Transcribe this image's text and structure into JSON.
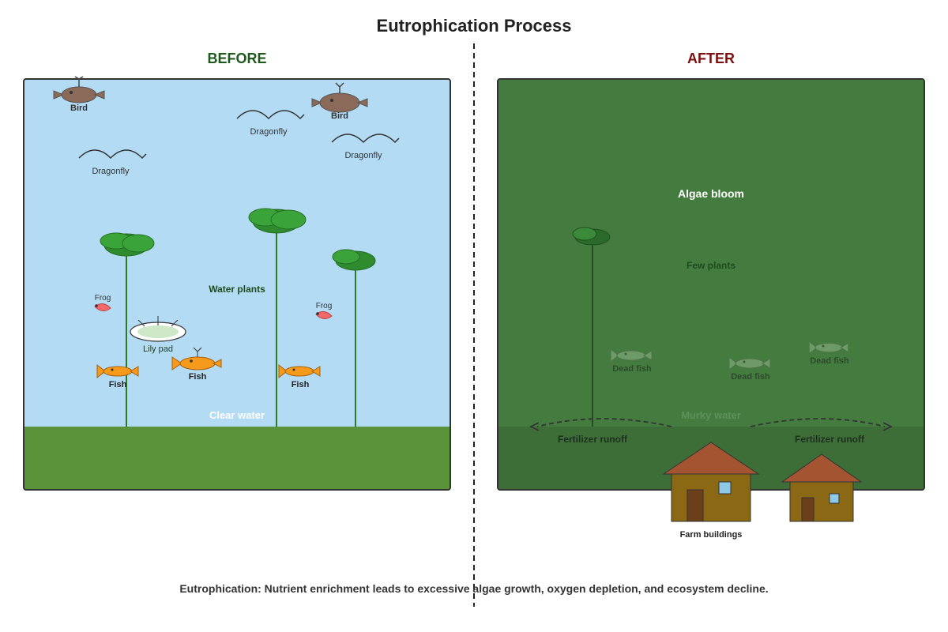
{
  "title": "Eutrophication Process",
  "before": {
    "heading": "BEFORE",
    "birds": [
      "Bird",
      "Bird"
    ],
    "dragonflies": [
      "Dragonfly",
      "Dragonfly",
      "Dragonfly"
    ],
    "water_plants_label": "Water plants",
    "frogs": [
      "Frog",
      "Frog"
    ],
    "lily_pad_label": "Lily pad",
    "fish": [
      "Fish",
      "Fish",
      "Fish"
    ],
    "clear_water_label": "Clear water"
  },
  "after": {
    "heading": "AFTER",
    "algae_label": "Algae bloom",
    "few_plants_label": "Few plants",
    "dead_fish": [
      "Dead fish",
      "Dead fish",
      "Dead fish"
    ],
    "murky_water_label": "Murky water",
    "runoff": [
      "Fertilizer runoff",
      "Fertilizer runoff"
    ],
    "farm_label": "Farm buildings"
  },
  "caption": "Eutrophication: Nutrient enrichment leads to excessive algae growth, oxygen depletion, and ecosystem decline.",
  "colors": {
    "before_heading": "#1e5a1e",
    "after_heading": "#7a1010",
    "clear_water": "#b3dcf4",
    "before_ground": "#5a933a",
    "algae_water": "#447c40",
    "after_ground": "#3d6e38",
    "fish_orange": "#f59a1a",
    "bird_brown": "#8c6a5a",
    "frog_pink": "#f06a6a",
    "plant_green": "#3aa43a",
    "dead_fish": "#6e9a68",
    "roof": "#a55432",
    "wall": "#8b6914"
  }
}
